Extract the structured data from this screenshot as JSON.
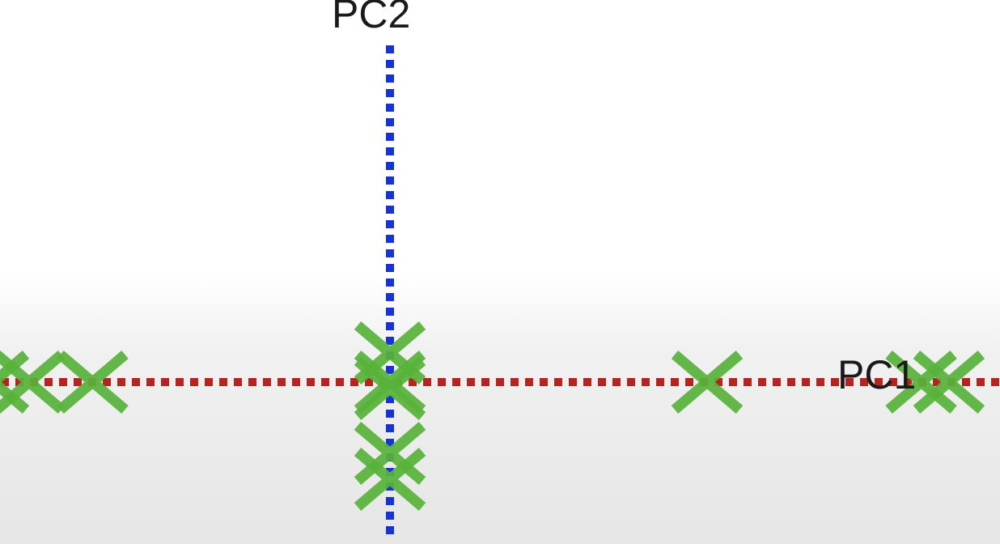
{
  "axes": {
    "x_label": "PC1",
    "y_label": "PC2",
    "x_axis_color": "#b7231f",
    "y_axis_color": "#1733d6"
  },
  "marker": {
    "icon": "x-cross-icon",
    "color": "#58b33a"
  },
  "chart_data": {
    "type": "scatter",
    "title": "",
    "xlabel": "PC1",
    "ylabel": "PC2",
    "xlim": [
      -11,
      16
    ],
    "ylim": [
      -5,
      12
    ],
    "grid": false,
    "legend": "none",
    "series": [
      {
        "points": [
          {
            "x": -10,
            "y": 0
          },
          {
            "x": -9.1,
            "y": 0
          },
          {
            "x": -7.5,
            "y": 0
          },
          {
            "x": 0,
            "y": 0.9
          },
          {
            "x": 0,
            "y": 0
          },
          {
            "x": 0,
            "y": -0.2
          },
          {
            "x": 0,
            "y": -2.2
          },
          {
            "x": 0,
            "y": -3
          },
          {
            "x": 8,
            "y": 0
          },
          {
            "x": 13.4,
            "y": 0
          },
          {
            "x": 14.1,
            "y": 0
          }
        ]
      }
    ]
  }
}
